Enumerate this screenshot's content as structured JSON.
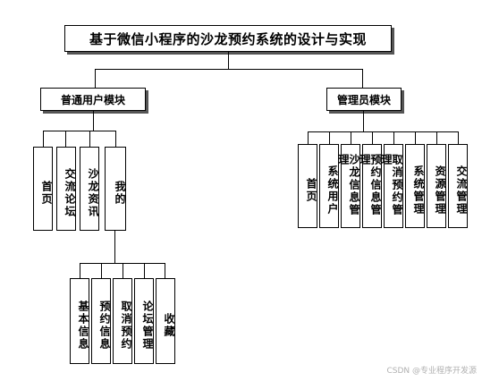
{
  "title": "基于微信小程序的沙龙预约系统的设计与实现",
  "modules": {
    "user": {
      "label": "普通用户模块",
      "items": [
        "首页",
        "交流论坛",
        "沙龙资讯",
        "我的"
      ],
      "mine": {
        "items": [
          "基本信息",
          "预约信息",
          "取消预约",
          "论坛管理",
          "收藏"
        ]
      }
    },
    "admin": {
      "label": "管理员模块",
      "items": [
        "首页",
        "系统用户",
        "沙龙信息管理",
        "预约信息管理",
        "取消预约管理",
        "系统管理",
        "资源管理",
        "交流管理"
      ]
    }
  },
  "watermark": "CSDN @专业程序开发源"
}
